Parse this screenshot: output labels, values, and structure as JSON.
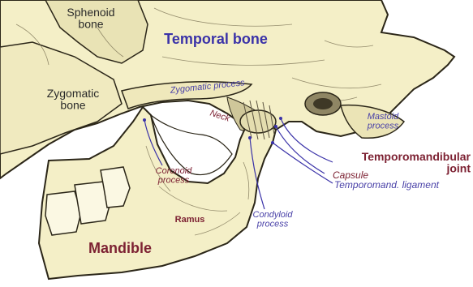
{
  "colors": {
    "bone_fill": "#f4efc7",
    "bone_shadow": "#d9d2a3",
    "outline": "#2b2618",
    "primary_label": "#3a32a8",
    "secondary_label": "#7d2233",
    "minor_label": "#4a42a8",
    "neutral_label": "#2a2a2a",
    "pointer_lines": "#3a32a8"
  },
  "labels": {
    "sphenoid": "Sphenoid\nbone",
    "temporal": "Temporal bone",
    "zygomatic_bone": "Zygomatic\nbone",
    "zygomatic_process": "Zygomatic process",
    "neck": "Neck",
    "mastoid": "Mastoid\nprocess",
    "tmj": "Temporomandibular\njoint",
    "capsule": "Capsule",
    "ligament": "Temporomand. ligament",
    "coronoid": "Coronoid\nprocess",
    "ramus": "Ramus",
    "condyloid": "Condyloid\nprocess",
    "mandible": "Mandible"
  }
}
